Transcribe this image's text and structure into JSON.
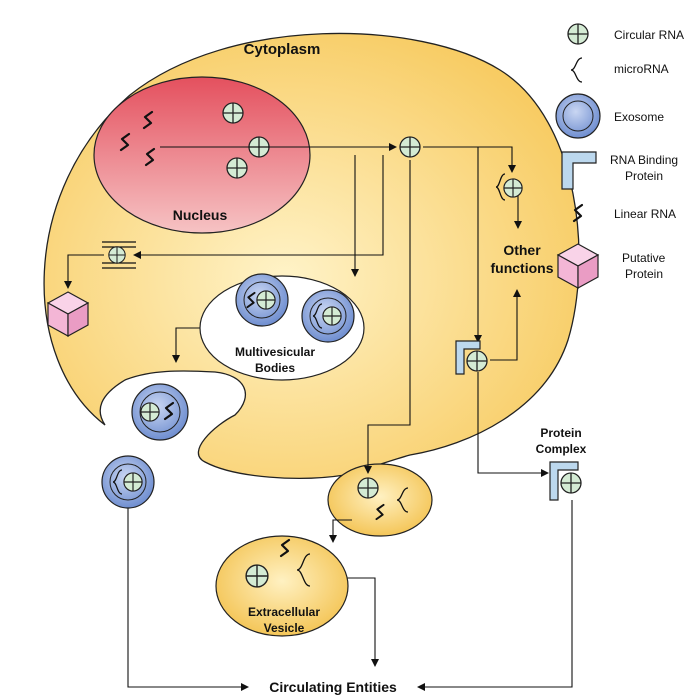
{
  "labels": {
    "cytoplasm": "Cytoplasm",
    "nucleus": "Nucleus",
    "other_functions_1": "Other",
    "other_functions_2": "functions",
    "multivesicular_1": "Multivesicular",
    "multivesicular_2": "Bodies",
    "protein_complex_1": "Protein",
    "protein_complex_2": "Complex",
    "extracellular_1": "Extracellular",
    "extracellular_2": "Vesicle",
    "circulating": "Circulating Entities"
  },
  "legend": {
    "circular_rna": "Circular RNA",
    "microrna": "microRNA",
    "exosome": "Exosome",
    "rbp_1": "RNA Binding",
    "rbp_2": "Protein",
    "linear_rna": "Linear RNA",
    "putative_1": "Putative",
    "putative_2": "Protein"
  },
  "colors": {
    "cytoplasm_fill": "#fbd98b",
    "nucleus_fill": "#ec8b92",
    "exosome_fill": "#8fa6d9",
    "rbp_fill": "#bcd8ee",
    "circular_rna_fill": "#d4ebd4",
    "putative_protein_fill": "#f4b6d6"
  }
}
